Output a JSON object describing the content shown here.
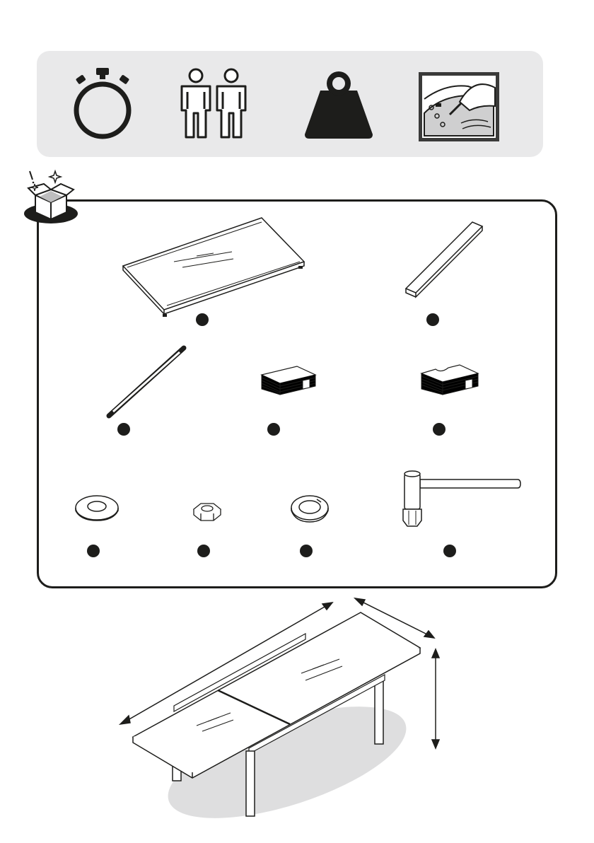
{
  "info_bar": {
    "icons": [
      "stopwatch-icon",
      "two-people-icon",
      "weight-icon",
      "read-instructions-icon"
    ]
  },
  "parts_panel": {
    "badge_icon": "unboxing-icon",
    "parts": [
      {
        "icon": "glass-tabletop-part"
      },
      {
        "icon": "square-bar-part"
      },
      {
        "icon": "threaded-rod-part"
      },
      {
        "icon": "spacer-pads-part"
      },
      {
        "icon": "notched-pads-part"
      },
      {
        "icon": "flat-washer-part"
      },
      {
        "icon": "hex-nut-part"
      },
      {
        "icon": "spring-washer-part"
      },
      {
        "icon": "socket-wrench-part"
      }
    ]
  },
  "assembled_view": {
    "icon": "extending-table-dimensions",
    "colors": {
      "ink": "#1d1d1b",
      "panel": "#e9e9ea",
      "shadow": "#dededf"
    }
  }
}
